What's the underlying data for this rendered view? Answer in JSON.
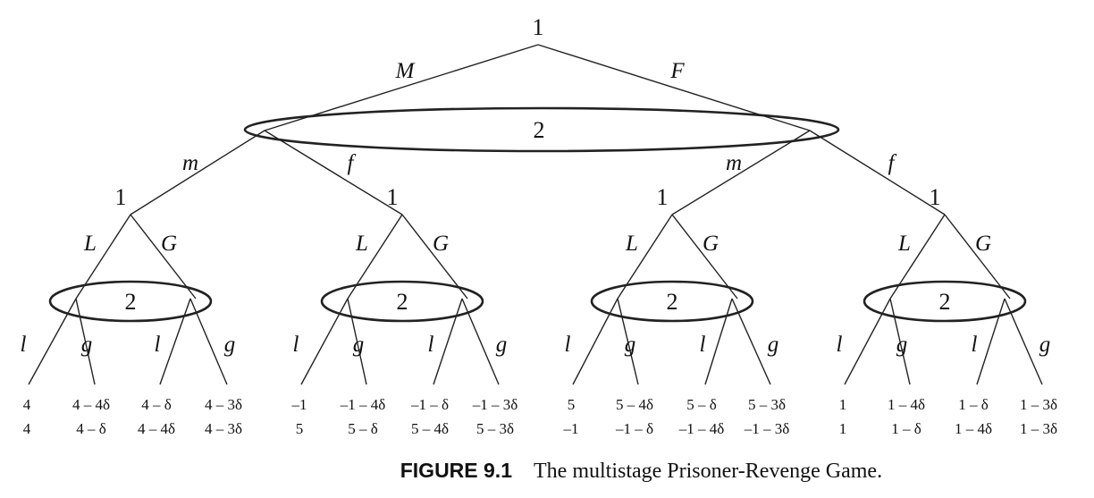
{
  "root": {
    "player": "1"
  },
  "first_actions": [
    "M",
    "F"
  ],
  "second_info_set": {
    "player": "2"
  },
  "second_actions": [
    "m",
    "f"
  ],
  "stage2_nodes": [
    {
      "player": "1",
      "actions": [
        "L",
        "G"
      ],
      "info_player": "2",
      "leaf_actions": [
        "l",
        "g",
        "l",
        "g"
      ]
    },
    {
      "player": "1",
      "actions": [
        "L",
        "G"
      ],
      "info_player": "2",
      "leaf_actions": [
        "l",
        "g",
        "l",
        "g"
      ]
    },
    {
      "player": "1",
      "actions": [
        "L",
        "G"
      ],
      "info_player": "2",
      "leaf_actions": [
        "l",
        "g",
        "l",
        "g"
      ]
    },
    {
      "player": "1",
      "actions": [
        "L",
        "G"
      ],
      "info_player": "2",
      "leaf_actions": [
        "l",
        "g",
        "l",
        "g"
      ]
    }
  ],
  "payoffs": [
    {
      "p1": "4",
      "p2": "4"
    },
    {
      "p1": "4 – 4δ",
      "p2": "4 – δ"
    },
    {
      "p1": "4 – δ",
      "p2": "4 – 4δ"
    },
    {
      "p1": "4 – 3δ",
      "p2": "4 – 3δ"
    },
    {
      "p1": "–1",
      "p2": "5"
    },
    {
      "p1": "–1 – 4δ",
      "p2": "5 – δ"
    },
    {
      "p1": "–1 – δ",
      "p2": "5 – 4δ"
    },
    {
      "p1": "–1 – 3δ",
      "p2": "5 – 3δ"
    },
    {
      "p1": "5",
      "p2": "–1"
    },
    {
      "p1": "5 – 4δ",
      "p2": "–1 – δ"
    },
    {
      "p1": "5 – δ",
      "p2": "–1 – 4δ"
    },
    {
      "p1": "5 – 3δ",
      "p2": "–1 – 3δ"
    },
    {
      "p1": "1",
      "p2": "1"
    },
    {
      "p1": "1 – 4δ",
      "p2": "1 – δ"
    },
    {
      "p1": "1 – δ",
      "p2": "1 – 4δ"
    },
    {
      "p1": "1 – 3δ",
      "p2": "1 – 3δ"
    }
  ],
  "caption": {
    "label": "FIGURE 9.1",
    "text": "The multistage Prisoner-Revenge Game."
  }
}
